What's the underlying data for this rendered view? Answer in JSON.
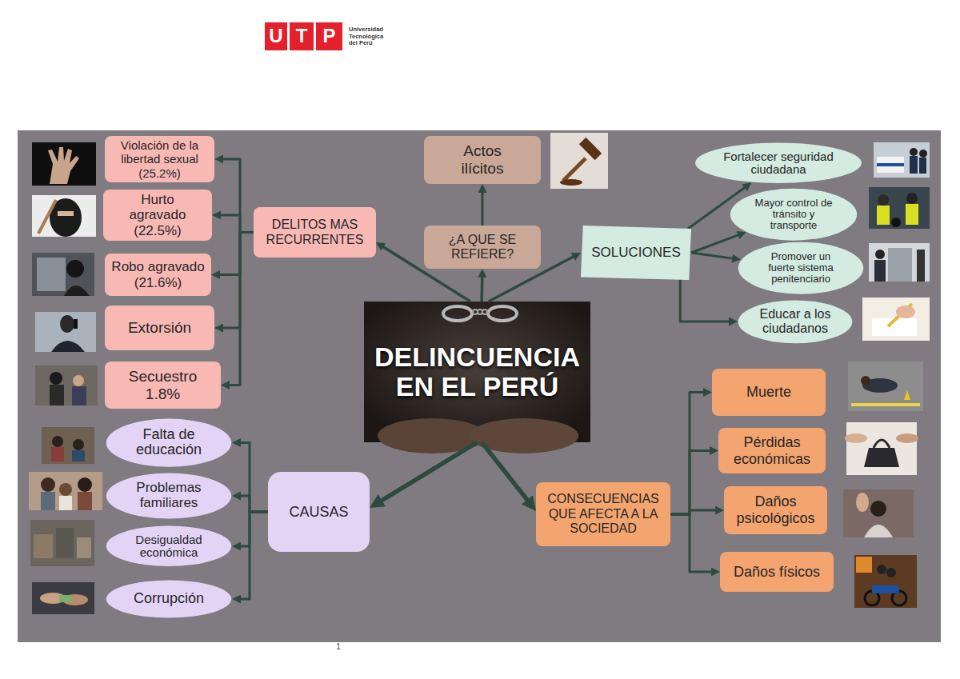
{
  "diagram": {
    "nodes": [
      {
        "text": [
          "Violación de la libertad sexual (25.2%)"
        ]
      },
      {
        "text": [
          "Hurto agravado (22.5%)"
        ]
      },
      {
        "text": [
          "Robo agravado (21.6%)"
        ]
      },
      {
        "text": [
          "Extorsión"
        ]
      },
      {
        "text": [
          "Secuestro 1.8%"
        ]
      },
      {
        "text": [
          "DELITOS MAS RECURRENTES"
        ]
      },
      {
        "text": [
          "Actos ilícitos"
        ]
      },
      {
        "text": [
          "¿A QUE SE REFIERE?"
        ]
      },
      {
        "text": [
          "SOLUCIONES"
        ]
      },
      {
        "text": [
          "Fortalecer seguridad ciudadana"
        ]
      },
      {
        "text": [
          "Mayor control de tránsito y transporte"
        ]
      },
      {
        "text": [
          "Promover un fuerte sistema penitenciario"
        ]
      },
      {
        "text": [
          "Educar a los ciudadanos"
        ]
      },
      {
        "text": [
          "DELINCUENCIA EN EL PERÚ"
        ]
      },
      {
        "text": [
          "Falta de educación"
        ]
      },
      {
        "text": [
          "Problemas familiares"
        ]
      },
      {
        "text": [
          "Desigualdad económica"
        ]
      },
      {
        "text": [
          "Corrupción"
        ]
      },
      {
        "text": [
          "CAUSAS"
        ]
      },
      {
        "text": [
          "Muerte"
        ]
      },
      {
        "text": [
          "Pérdidas económicas"
        ]
      },
      {
        "text": [
          "Daños psicológicos"
        ]
      },
      {
        "text": [
          "Daños físicos"
        ]
      },
      {
        "text": [
          "CONSECUENCIAS QUE AFECTA A LA SOCIEDAD"
        ]
      }
    ],
    "edges": [
      {
        "from": 13,
        "to": 5,
        "arrow": "to"
      },
      {
        "from": 13,
        "to": 7,
        "arrow": "to"
      },
      {
        "from": 7,
        "to": 6,
        "arrow": "to"
      },
      {
        "from": 13,
        "to": 8,
        "arrow": "to"
      },
      {
        "from": 13,
        "to": 18,
        "arrow": "to"
      },
      {
        "from": 13,
        "to": 23,
        "arrow": "to"
      },
      {
        "from": 5,
        "to": 0,
        "arrow": "to"
      },
      {
        "from": 5,
        "to": 1,
        "arrow": "to"
      },
      {
        "from": 5,
        "to": 2,
        "arrow": "to"
      },
      {
        "from": 5,
        "to": 3,
        "arrow": "to"
      },
      {
        "from": 5,
        "to": 4,
        "arrow": "to"
      },
      {
        "from": 8,
        "to": 9,
        "arrow": "to"
      },
      {
        "from": 8,
        "to": 10,
        "arrow": "to"
      },
      {
        "from": 8,
        "to": 11,
        "arrow": "to"
      },
      {
        "from": 8,
        "to": 12,
        "arrow": "to"
      },
      {
        "from": 18,
        "to": 14,
        "arrow": "to"
      },
      {
        "from": 18,
        "to": 15,
        "arrow": "to"
      },
      {
        "from": 18,
        "to": 16,
        "arrow": "to"
      },
      {
        "from": 18,
        "to": 17,
        "arrow": "to"
      },
      {
        "from": 23,
        "to": 19,
        "arrow": "to"
      },
      {
        "from": 23,
        "to": 20,
        "arrow": "to"
      },
      {
        "from": 23,
        "to": 21,
        "arrow": "to"
      },
      {
        "from": 23,
        "to": 22,
        "arrow": "to"
      }
    ],
    "labels": [
      "U",
      "T",
      "P",
      "Universidad Tecnológica del Perú",
      "1"
    ]
  }
}
